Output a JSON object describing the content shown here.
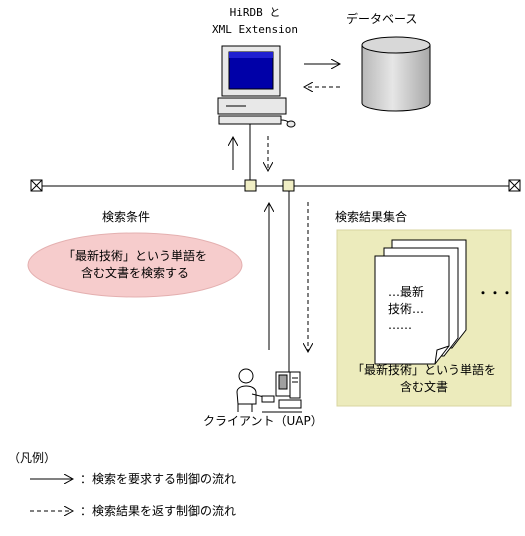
{
  "server": {
    "line1": "HiRDB と",
    "line2": "XML Extension"
  },
  "database": {
    "label": "データベース"
  },
  "search_condition": {
    "title": "検索条件",
    "line1": "「最新技術」という単語を",
    "line2": "含む文書を検索する"
  },
  "result_set": {
    "title": "検索結果集合",
    "doc_line1": "…最新",
    "doc_line2": "技術…",
    "doc_line3": "……",
    "more": "・・・",
    "caption1": "「最新技術」という単語を",
    "caption2": "含む文書"
  },
  "client": {
    "label": "クライアント（UAP）"
  },
  "legend": {
    "title": "（凡例）",
    "request": "：検索を要求する制御の流れ",
    "response": "：検索結果を返す制御の流れ"
  },
  "colors": {
    "result_panel": "#ecebbc",
    "ellipse": "#f6cccc",
    "monitor_screen": "#0000a8",
    "db_body": "#cfcfcf",
    "node_fill": "#f0eec4"
  }
}
